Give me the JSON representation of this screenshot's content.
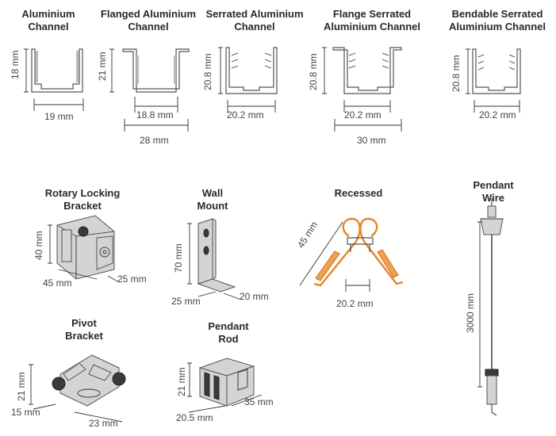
{
  "profiles": [
    {
      "title_l1": "Aluminium",
      "title_l2": "Channel",
      "height": "18 mm",
      "width": "19 mm"
    },
    {
      "title_l1": "Flanged Aluminium",
      "title_l2": "Channel",
      "height": "21 mm",
      "width": "18.8 mm",
      "outer_width": "28 mm"
    },
    {
      "title_l1": "Serrated Aluminium",
      "title_l2": "Channel",
      "height": "20.8 mm",
      "width": "20.2 mm"
    },
    {
      "title_l1": "Flange Serrated",
      "title_l2": "Aluminium Channel",
      "height": "20.8 mm",
      "width": "20.2 mm",
      "outer_width": "30 mm"
    },
    {
      "title_l1": "Bendable Serrated",
      "title_l2": "Aluminium Channel",
      "height": "20.8 mm",
      "width": "20.2 mm"
    }
  ],
  "mounts": {
    "rotary": {
      "title_l1": "Rotary Locking",
      "title_l2": "Bracket",
      "height": "40 mm",
      "width": "45 mm",
      "depth": "25 mm"
    },
    "wall": {
      "title_l1": "Wall",
      "title_l2": "Mount",
      "height": "70 mm",
      "width": "25 mm",
      "depth": "20 mm"
    },
    "recessed": {
      "title": "Recessed",
      "height": "45 mm",
      "width": "20.2 mm"
    },
    "wire": {
      "title_l1": "Pendant",
      "title_l2": "Wire",
      "length": "3000 mm"
    },
    "pivot": {
      "title_l1": "Pivot",
      "title_l2": "Bracket",
      "height": "21 mm",
      "width": "15 mm",
      "depth": "23 mm"
    },
    "rod": {
      "title_l1": "Pendant",
      "title_l2": "Rod",
      "height": "21 mm",
      "width": "20.5 mm",
      "depth": "35 mm"
    }
  },
  "colors": {
    "accent": "#e8842a",
    "line": "#555555"
  }
}
